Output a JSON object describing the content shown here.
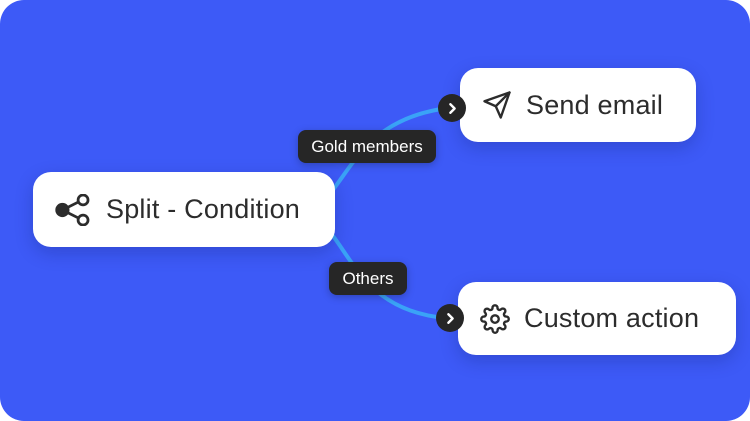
{
  "colors": {
    "canvas_background": "#3D5AF7",
    "connector": "#3AA3F7",
    "node_background": "#FFFFFF",
    "node_text": "#2C2C2C",
    "edge_label_background": "#262626",
    "edge_label_text": "#FFFFFF",
    "port_badge_background": "#262626"
  },
  "nodes": {
    "split": {
      "label": "Split - Condition",
      "icon": "split-icon"
    },
    "send": {
      "label": "Send email",
      "icon": "send-icon"
    },
    "action": {
      "label": "Custom action",
      "icon": "gear-icon"
    }
  },
  "edges": {
    "gold": {
      "from": "split",
      "to": "send",
      "label": "Gold members"
    },
    "others": {
      "from": "split",
      "to": "action",
      "label": "Others"
    }
  }
}
